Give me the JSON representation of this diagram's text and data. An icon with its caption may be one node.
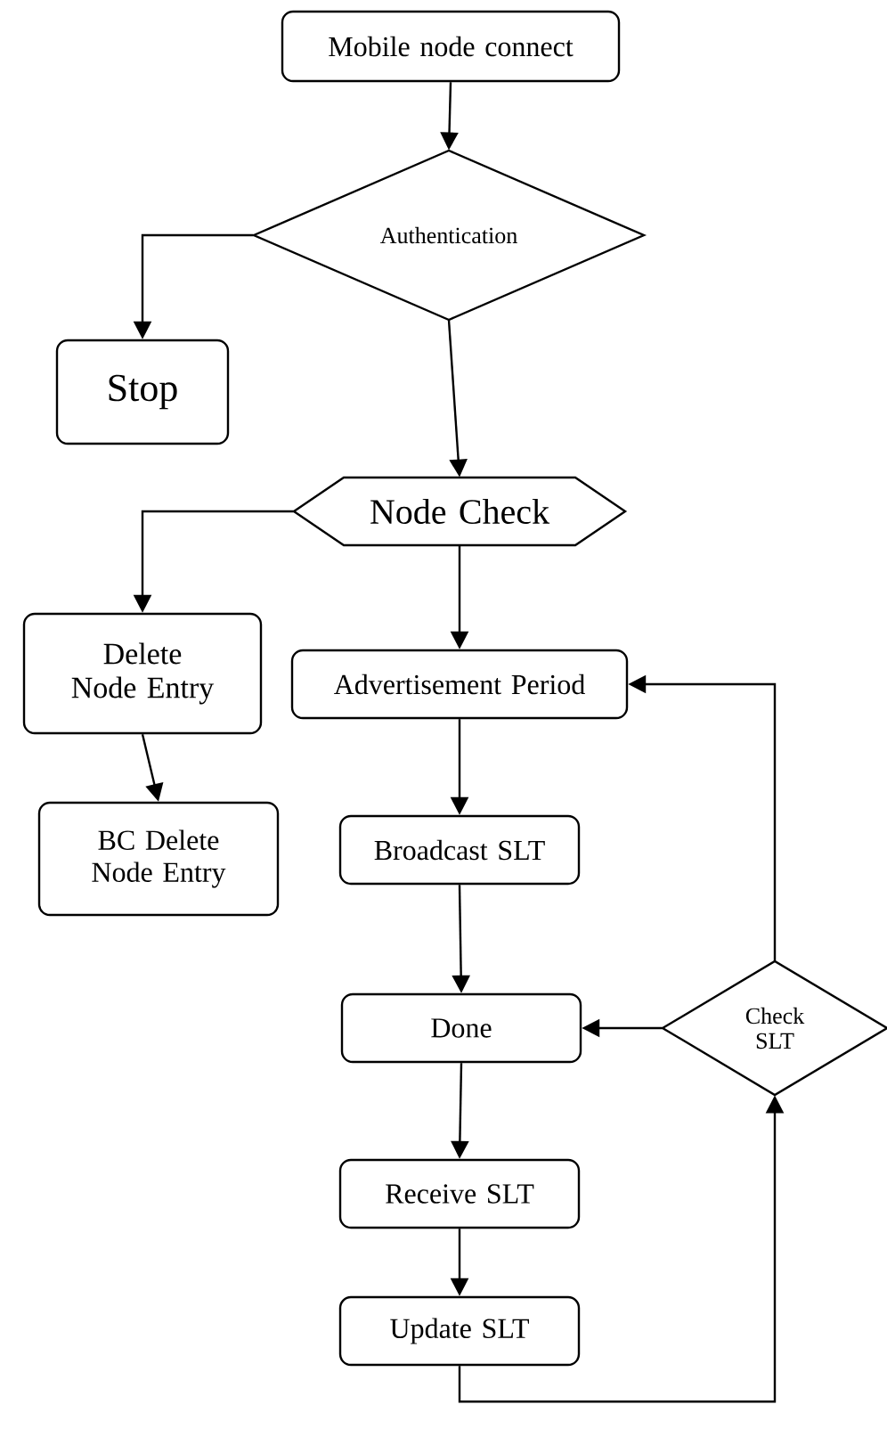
{
  "diagram": {
    "nodes": [
      {
        "text": [
          "Mobile node connect"
        ]
      },
      {
        "text": [
          "Authentication"
        ]
      },
      {
        "text": [
          "Stop"
        ]
      },
      {
        "text": [
          "Node Check"
        ]
      },
      {
        "text": [
          "Delete Node Entry"
        ]
      },
      {
        "text": [
          "Advertisement Period"
        ]
      },
      {
        "text": [
          "BC Delete Node Entry"
        ]
      },
      {
        "text": [
          "Broadcast SLT"
        ]
      },
      {
        "text": [
          "Done"
        ]
      },
      {
        "text": [
          "Check SLT"
        ]
      },
      {
        "text": [
          "Receive SLT"
        ]
      },
      {
        "text": [
          "Update SLT"
        ]
      }
    ],
    "edges": [
      {
        "from": 0,
        "to": 1,
        "arrow": "to"
      },
      {
        "from": 1,
        "to": 2,
        "arrow": "to"
      },
      {
        "from": 1,
        "to": 3,
        "arrow": "to"
      },
      {
        "from": 3,
        "to": 4,
        "arrow": "to"
      },
      {
        "from": 3,
        "to": 5,
        "arrow": "to"
      },
      {
        "from": 4,
        "to": 6,
        "arrow": "to"
      },
      {
        "from": 5,
        "to": 7,
        "arrow": "to"
      },
      {
        "from": 7,
        "to": 8,
        "arrow": "to"
      },
      {
        "from": 9,
        "to": 8,
        "arrow": "to"
      },
      {
        "from": 8,
        "to": 10,
        "arrow": "to"
      },
      {
        "from": 10,
        "to": 11,
        "arrow": "to"
      },
      {
        "from": 11,
        "to": 9,
        "arrow": "to"
      },
      {
        "from": 9,
        "to": 5,
        "arrow": "to"
      }
    ]
  }
}
